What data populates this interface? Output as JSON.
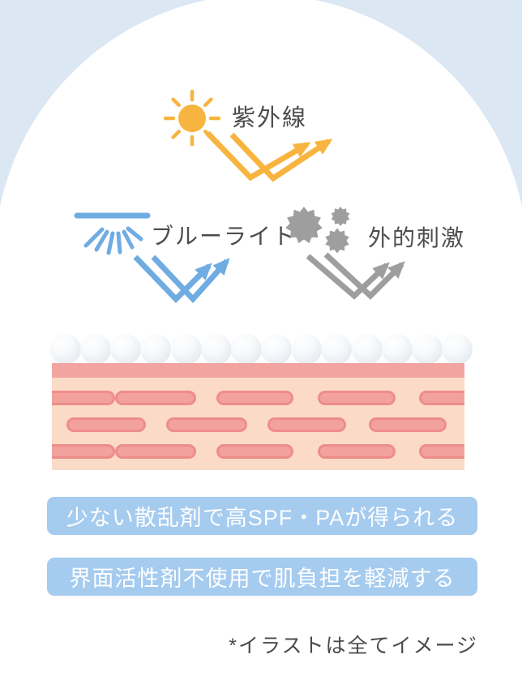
{
  "illustration": {
    "labels": {
      "uv": "紫外線",
      "blue_light": "ブルーライト",
      "external_stimuli": "外的刺激"
    },
    "banners": [
      "少ない散乱剤で高SPF・PAが得られる",
      "界面活性剤不使用で肌負担を軽減する"
    ],
    "footnote": "*イラストは全てイメージ",
    "particles": {
      "count": 14
    },
    "icons": [
      "sun-icon",
      "blue-light-lamp-icon",
      "external-stimuli-particles-icon",
      "bounce-arrows-icon"
    ],
    "colors": {
      "uv_yellow": "#F7B540",
      "blue_light_blue": "#6FACE2",
      "external_gray": "#9E9E9E",
      "label_text": "#4D4D4D",
      "banner_background": "#A5CBEF",
      "banner_text": "#FFFFFF",
      "skin_surface": "#F2A5A0",
      "skin_body": "#FBDBC7",
      "skin_cell_fill": "#F2A19D",
      "skin_cell_border": "#ED8D8A",
      "particle_white": "#F3F6F9",
      "page_background": "#DBE7F3",
      "canvas_white": "#FFFFFF"
    }
  }
}
